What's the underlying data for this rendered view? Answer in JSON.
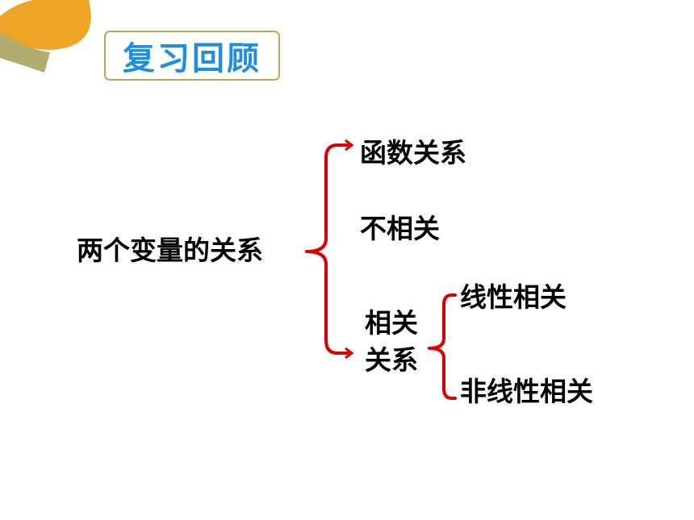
{
  "title": "复习回顾",
  "root": "两个变量的关系",
  "branches": [
    "函数关系",
    "不相关",
    "相关关系"
  ],
  "correlated_line1": "相关",
  "correlated_line2": "关系",
  "sub_branches": [
    "线性相关",
    "非线性相关"
  ],
  "colors": {
    "title_text": "#1e8fe0",
    "title_border": "#c9a14a",
    "bracket": "#dd0000",
    "decor_orange": "#f0a427",
    "decor_olive": "#b1ad6e"
  }
}
